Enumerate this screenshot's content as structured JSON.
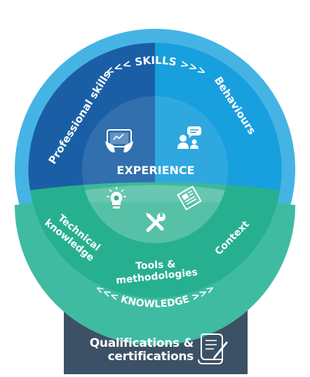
{
  "skills_label": "<<< SKILLS >>>",
  "professional_skills": "Professional skills",
  "behaviours": "Behaviours",
  "experience": "EXPERIENCE",
  "technical_knowledge_line1": "Technical",
  "technical_knowledge_line2": "knowledge",
  "tools_line1": "Tools &",
  "tools_line2": "methodologies",
  "context": "Context",
  "knowledge_label": "<<< KNOWLEDGE >>>",
  "qualifications_line1": "Qualifications &",
  "qualifications_line2": "certifications",
  "icons": [
    "tablet-hands-icon",
    "people-chat-icon",
    "lightbulb-gear-icon",
    "newspaper-icon",
    "tools-icon",
    "scroll-pen-icon"
  ],
  "colors": {
    "outer_skills": "#45b4e4",
    "professional": "#1a5fa6",
    "behaviours": "#189fdd",
    "knowledge_outer": "#3fbba1",
    "knowledge_inner": "#27b08f",
    "qualifications": "#3d5166"
  }
}
